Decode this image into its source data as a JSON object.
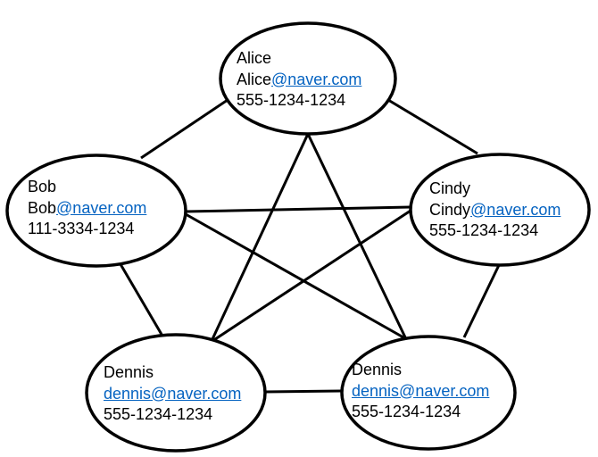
{
  "nodes": [
    {
      "id": "alice",
      "name": "Alice",
      "email_prefix": "Alice",
      "email_domain": "@naver.com",
      "phone": "555-1234-1234"
    },
    {
      "id": "bob",
      "name": "Bob",
      "email_prefix": "Bob",
      "email_domain": "@naver.com",
      "phone": "111-3334-1234"
    },
    {
      "id": "cindy",
      "name": "Cindy",
      "email_prefix": "Cindy",
      "email_domain": "@naver.com",
      "phone": "555-1234-1234"
    },
    {
      "id": "dennis-left",
      "name": "Dennis",
      "email_prefix": "",
      "email_domain": "dennis@naver.com",
      "phone": "555-1234-1234"
    },
    {
      "id": "dennis-right",
      "name": "Dennis",
      "email_prefix": "",
      "email_domain": "dennis@naver.com",
      "phone": "555-1234-1234"
    }
  ],
  "edges": [
    [
      "alice",
      "bob"
    ],
    [
      "alice",
      "cindy"
    ],
    [
      "alice",
      "dennis-left"
    ],
    [
      "alice",
      "dennis-right"
    ],
    [
      "bob",
      "cindy"
    ],
    [
      "bob",
      "dennis-left"
    ],
    [
      "bob",
      "dennis-right"
    ],
    [
      "cindy",
      "dennis-left"
    ],
    [
      "cindy",
      "dennis-right"
    ],
    [
      "dennis-left",
      "dennis-right"
    ]
  ],
  "colors": {
    "stroke": "#000000",
    "link": "#0563c1",
    "background": "#ffffff"
  }
}
